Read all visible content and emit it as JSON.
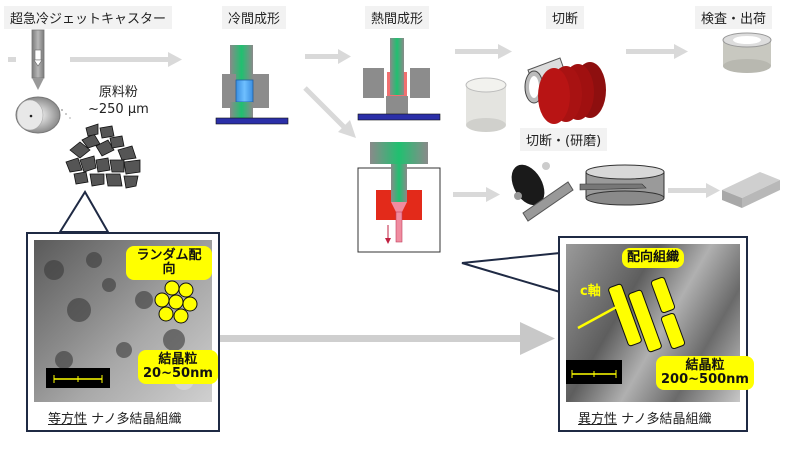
{
  "steps": {
    "jet_caster": "超急冷ジェットキャスター",
    "cold_forming": "冷間成形",
    "hot_forming": "熱間成形",
    "cutting": "切断",
    "inspection_shipping": "検査・出荷",
    "cutting_polishing": "切断・(研磨)"
  },
  "powder": {
    "name": "原料粉",
    "size": "~250 μm"
  },
  "left_panel": {
    "orientation_label": "ランダム配向",
    "grain_title": "結晶粒",
    "grain_size": "20~50nm",
    "caption_underlined": "等方性",
    "caption_rest": " ナノ多結晶組織"
  },
  "right_panel": {
    "orientation_label": "配向組織",
    "axis_label": "c軸",
    "grain_title": "結晶粒",
    "grain_size": "200~500nm",
    "caption_underlined": "異方性",
    "caption_rest": " ナノ多結晶組織"
  },
  "colors": {
    "arrow_gray": "#d9d9d9",
    "die_green": "#2eb872",
    "plate_blue": "#2b2fa8",
    "sample_red": "#e03030",
    "magnet_red": "#a00d0d",
    "highlight_yellow": "#ffff00",
    "panel_border": "#1f2a44"
  }
}
